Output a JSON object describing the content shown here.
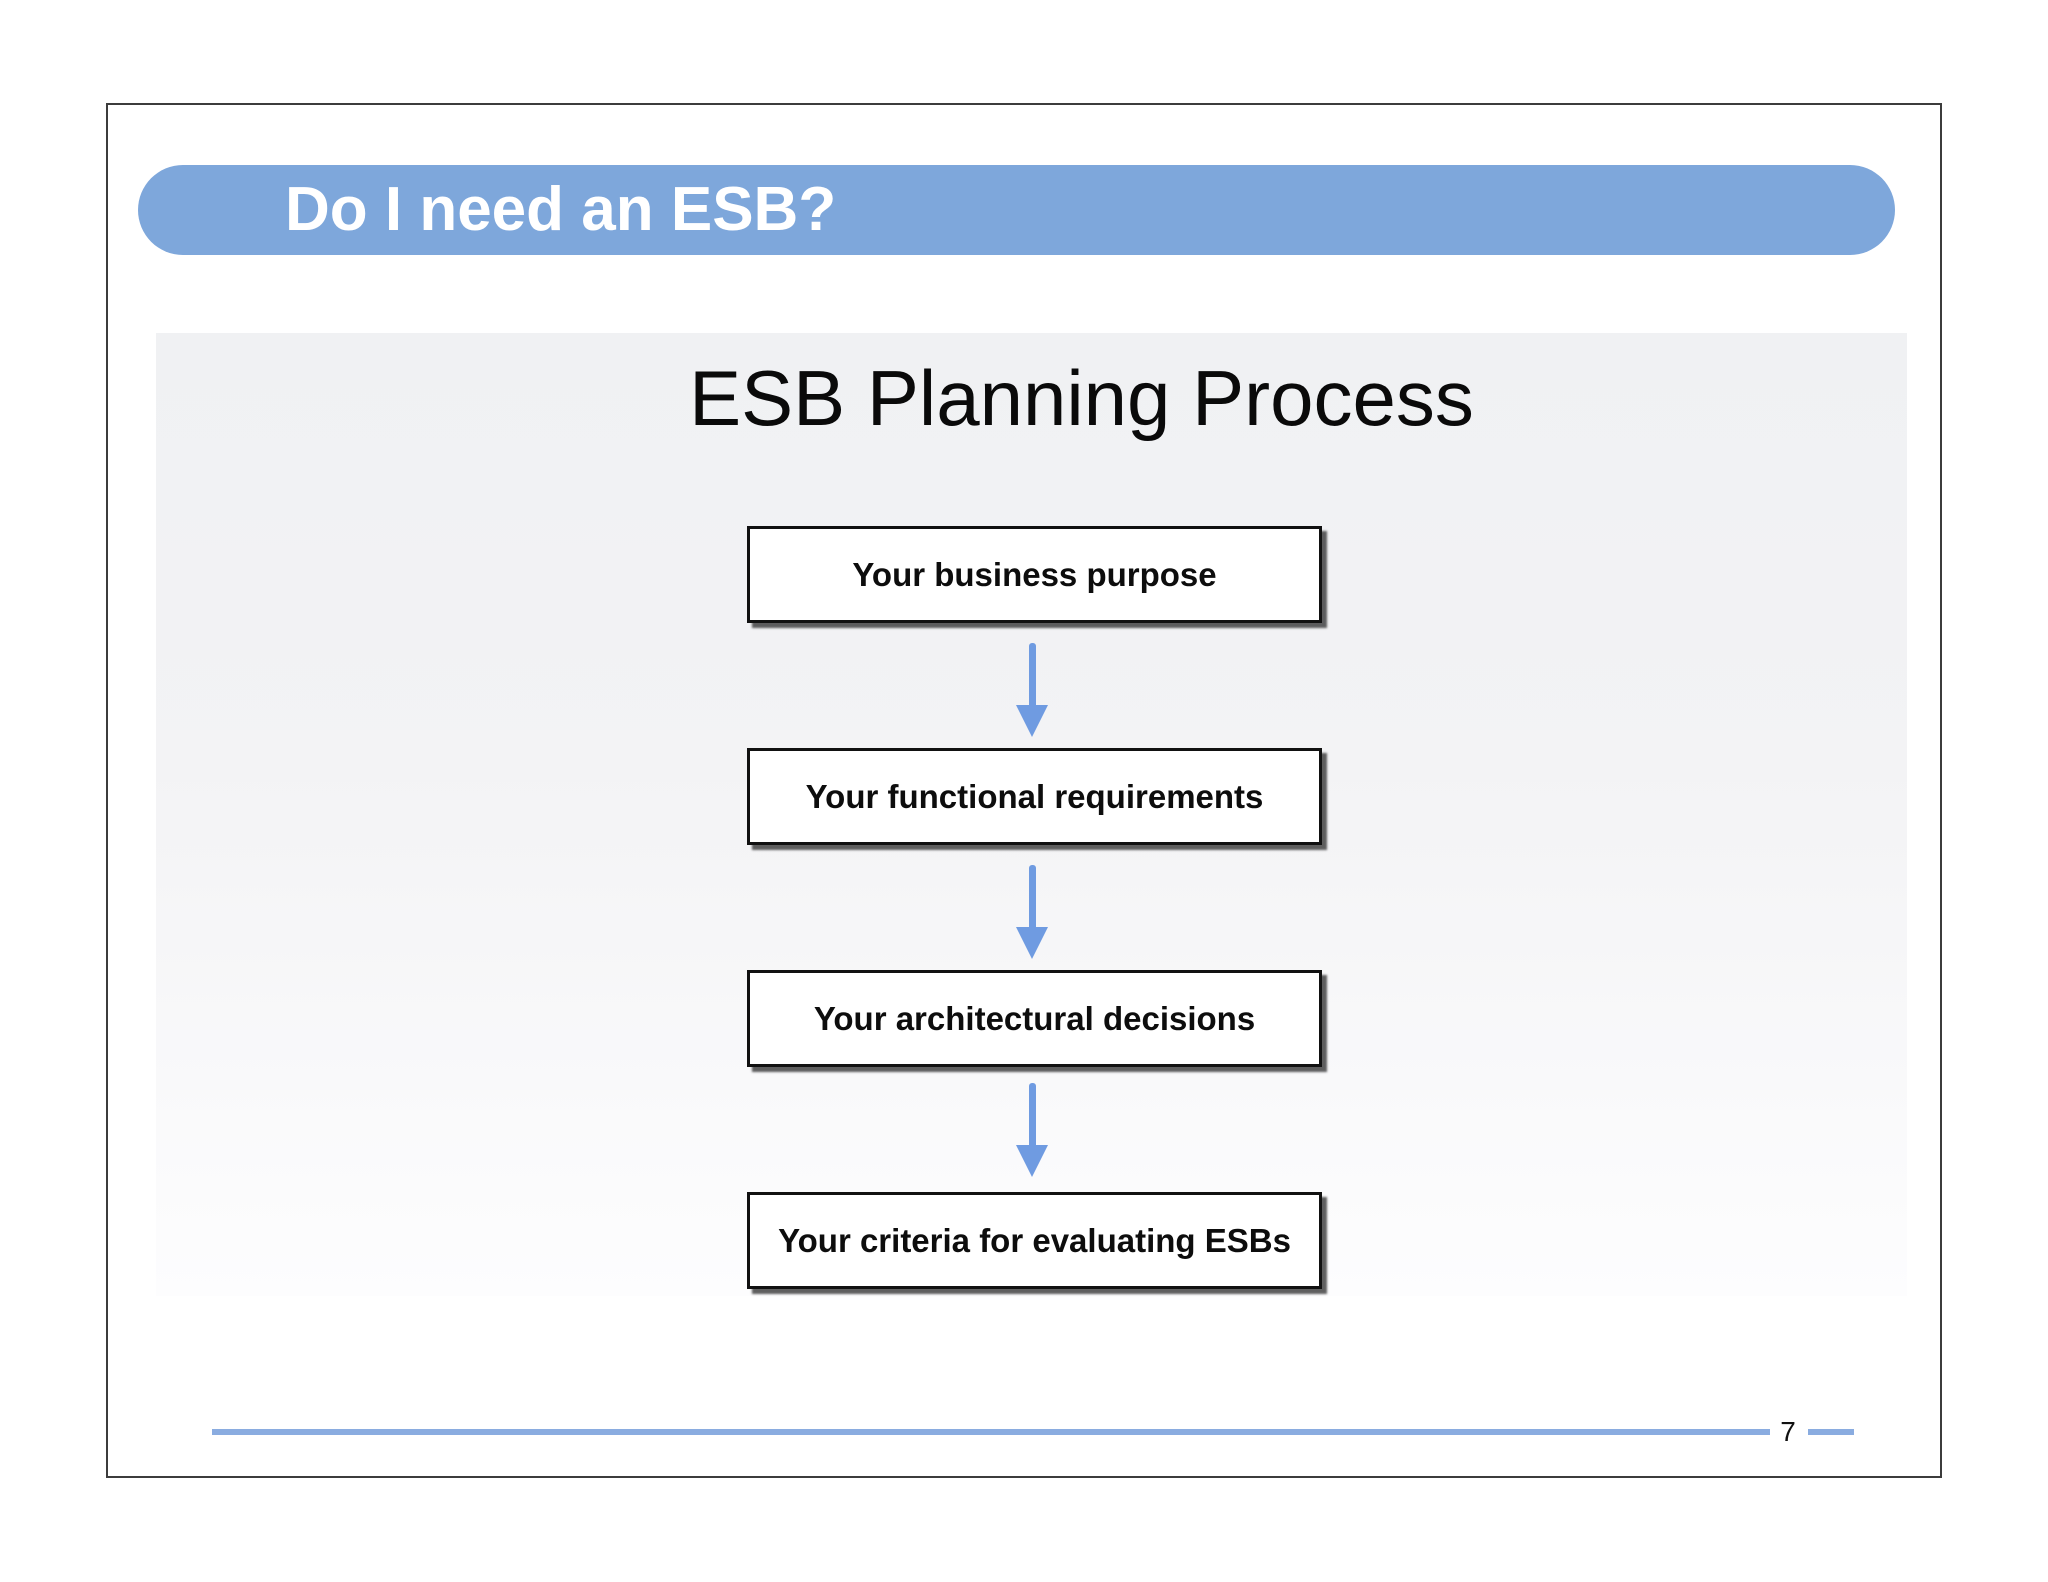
{
  "slide": {
    "header": {
      "title": "Do I need an ESB?"
    },
    "content": {
      "title": "ESB Planning Process",
      "flow_steps": [
        "Your business purpose",
        "Your functional requirements",
        "Your architectural decisions",
        "Your criteria for evaluating ESBs"
      ]
    },
    "footer": {
      "page_number": "7"
    }
  },
  "colors": {
    "header_bar_blue": "#7ea7db",
    "arrow_blue": "#6f9be1",
    "footer_rule_blue": "#8aace0",
    "panel_gray_top": "#f0f1f3",
    "panel_gray_bottom": "#fdfdfe",
    "box_border": "#111111",
    "slide_border": "#3c3c3c",
    "header_text": "#ffffff",
    "body_text": "#0d0d0d"
  }
}
